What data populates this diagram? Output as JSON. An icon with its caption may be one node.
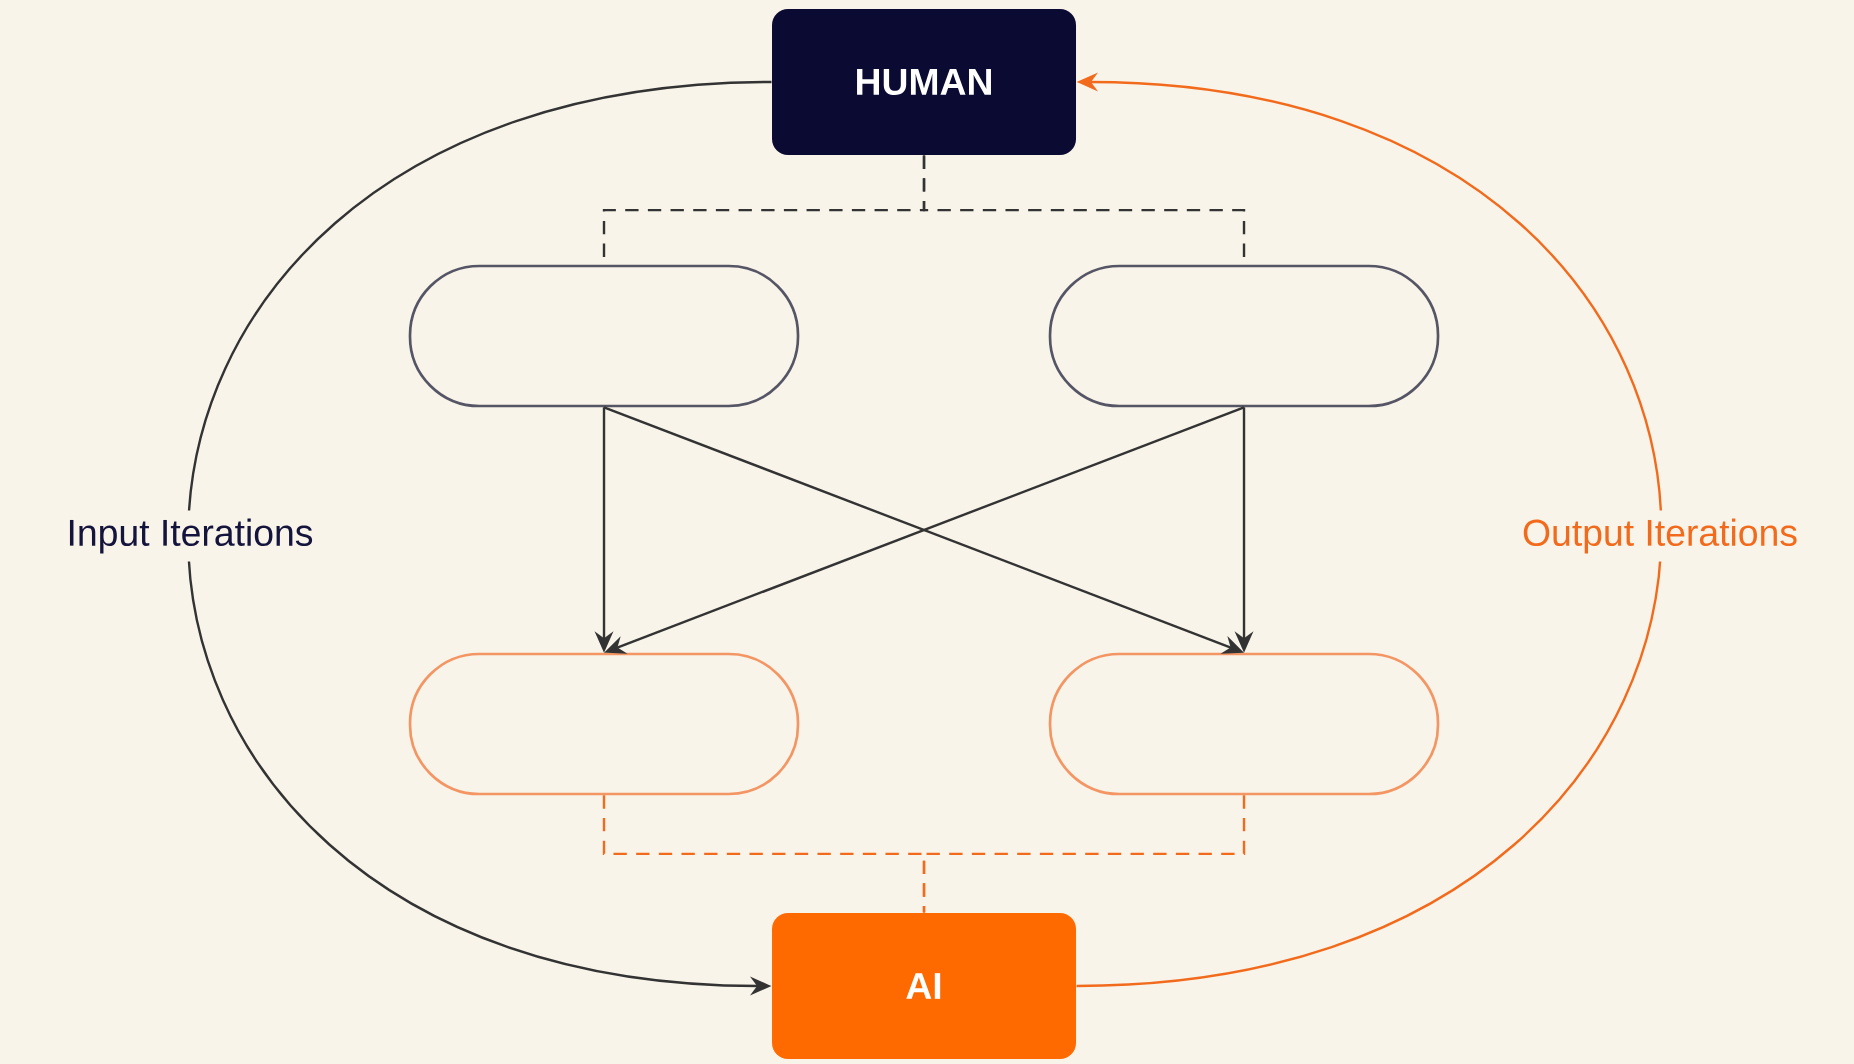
{
  "diagram": {
    "nodes": [
      {
        "text": [
          "HUMAN"
        ]
      },
      {
        "text": [],
        "shape": "box"
      },
      {
        "text": [],
        "shape": "box"
      },
      {
        "text": [],
        "shape": "box"
      },
      {
        "text": [],
        "shape": "box"
      },
      {
        "text": [
          "AI"
        ]
      }
    ],
    "edges": [
      {
        "from": 0,
        "to": 5,
        "arrow": "to",
        "label": "Input Iterations"
      },
      {
        "from": 5,
        "to": 0,
        "arrow": "to",
        "label": "Output Iterations",
        "color": "#f26b1d"
      },
      {
        "from": 0,
        "to": 1,
        "arrow": "none",
        "style": "dashed"
      },
      {
        "from": 0,
        "to": 2,
        "arrow": "none",
        "style": "dashed"
      },
      {
        "from": 1,
        "to": 3,
        "arrow": "to"
      },
      {
        "from": 1,
        "to": 4,
        "arrow": "to"
      },
      {
        "from": 2,
        "to": 3,
        "arrow": "to"
      },
      {
        "from": 2,
        "to": 4,
        "arrow": "to"
      },
      {
        "from": 3,
        "to": 5,
        "arrow": "none",
        "style": "dashed",
        "color": "#f26b1d"
      },
      {
        "from": 4,
        "to": 5,
        "arrow": "none",
        "style": "dashed",
        "color": "#f26b1d"
      }
    ]
  }
}
